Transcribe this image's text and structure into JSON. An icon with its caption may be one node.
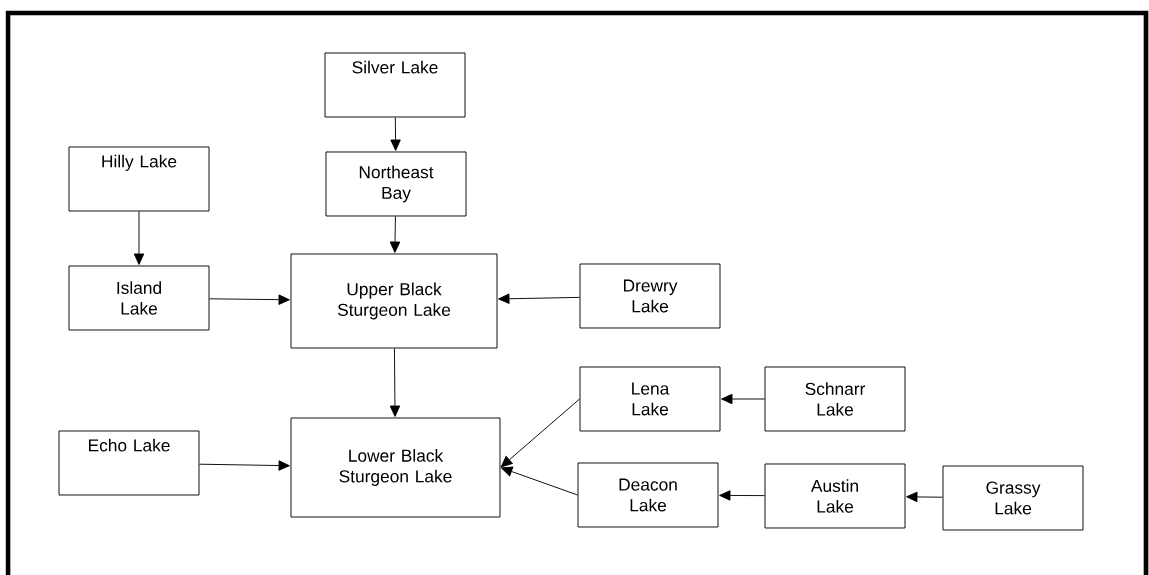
{
  "diagram": {
    "nodes": [
      {
        "text": [
          "Silver Lake"
        ]
      },
      {
        "text": [
          "Hilly Lake"
        ]
      },
      {
        "text": [
          "Northeast Bay"
        ]
      },
      {
        "text": [
          "Island Lake"
        ]
      },
      {
        "text": [
          "Upper Black Sturgeon Lake"
        ]
      },
      {
        "text": [
          "Drewry Lake"
        ]
      },
      {
        "text": [
          "Lena Lake"
        ]
      },
      {
        "text": [
          "Schnarr Lake"
        ]
      },
      {
        "text": [
          "Echo Lake"
        ]
      },
      {
        "text": [
          "Lower Black Sturgeon Lake"
        ]
      },
      {
        "text": [
          "Deacon Lake"
        ]
      },
      {
        "text": [
          "Austin Lake"
        ]
      },
      {
        "text": [
          "Grassy Lake"
        ]
      }
    ],
    "edges": [
      {
        "from": 0,
        "to": 2,
        "arrow": "to"
      },
      {
        "from": 1,
        "to": 3,
        "arrow": "to"
      },
      {
        "from": 2,
        "to": 4,
        "arrow": "to"
      },
      {
        "from": 3,
        "to": 4,
        "arrow": "to"
      },
      {
        "from": 5,
        "to": 4,
        "arrow": "to"
      },
      {
        "from": 4,
        "to": 9,
        "arrow": "to"
      },
      {
        "from": 8,
        "to": 9,
        "arrow": "to"
      },
      {
        "from": 6,
        "to": 9,
        "arrow": "to"
      },
      {
        "from": 10,
        "to": 9,
        "arrow": "to"
      },
      {
        "from": 7,
        "to": 6,
        "arrow": "to"
      },
      {
        "from": 11,
        "to": 10,
        "arrow": "to"
      },
      {
        "from": 12,
        "to": 11,
        "arrow": "to"
      }
    ]
  }
}
